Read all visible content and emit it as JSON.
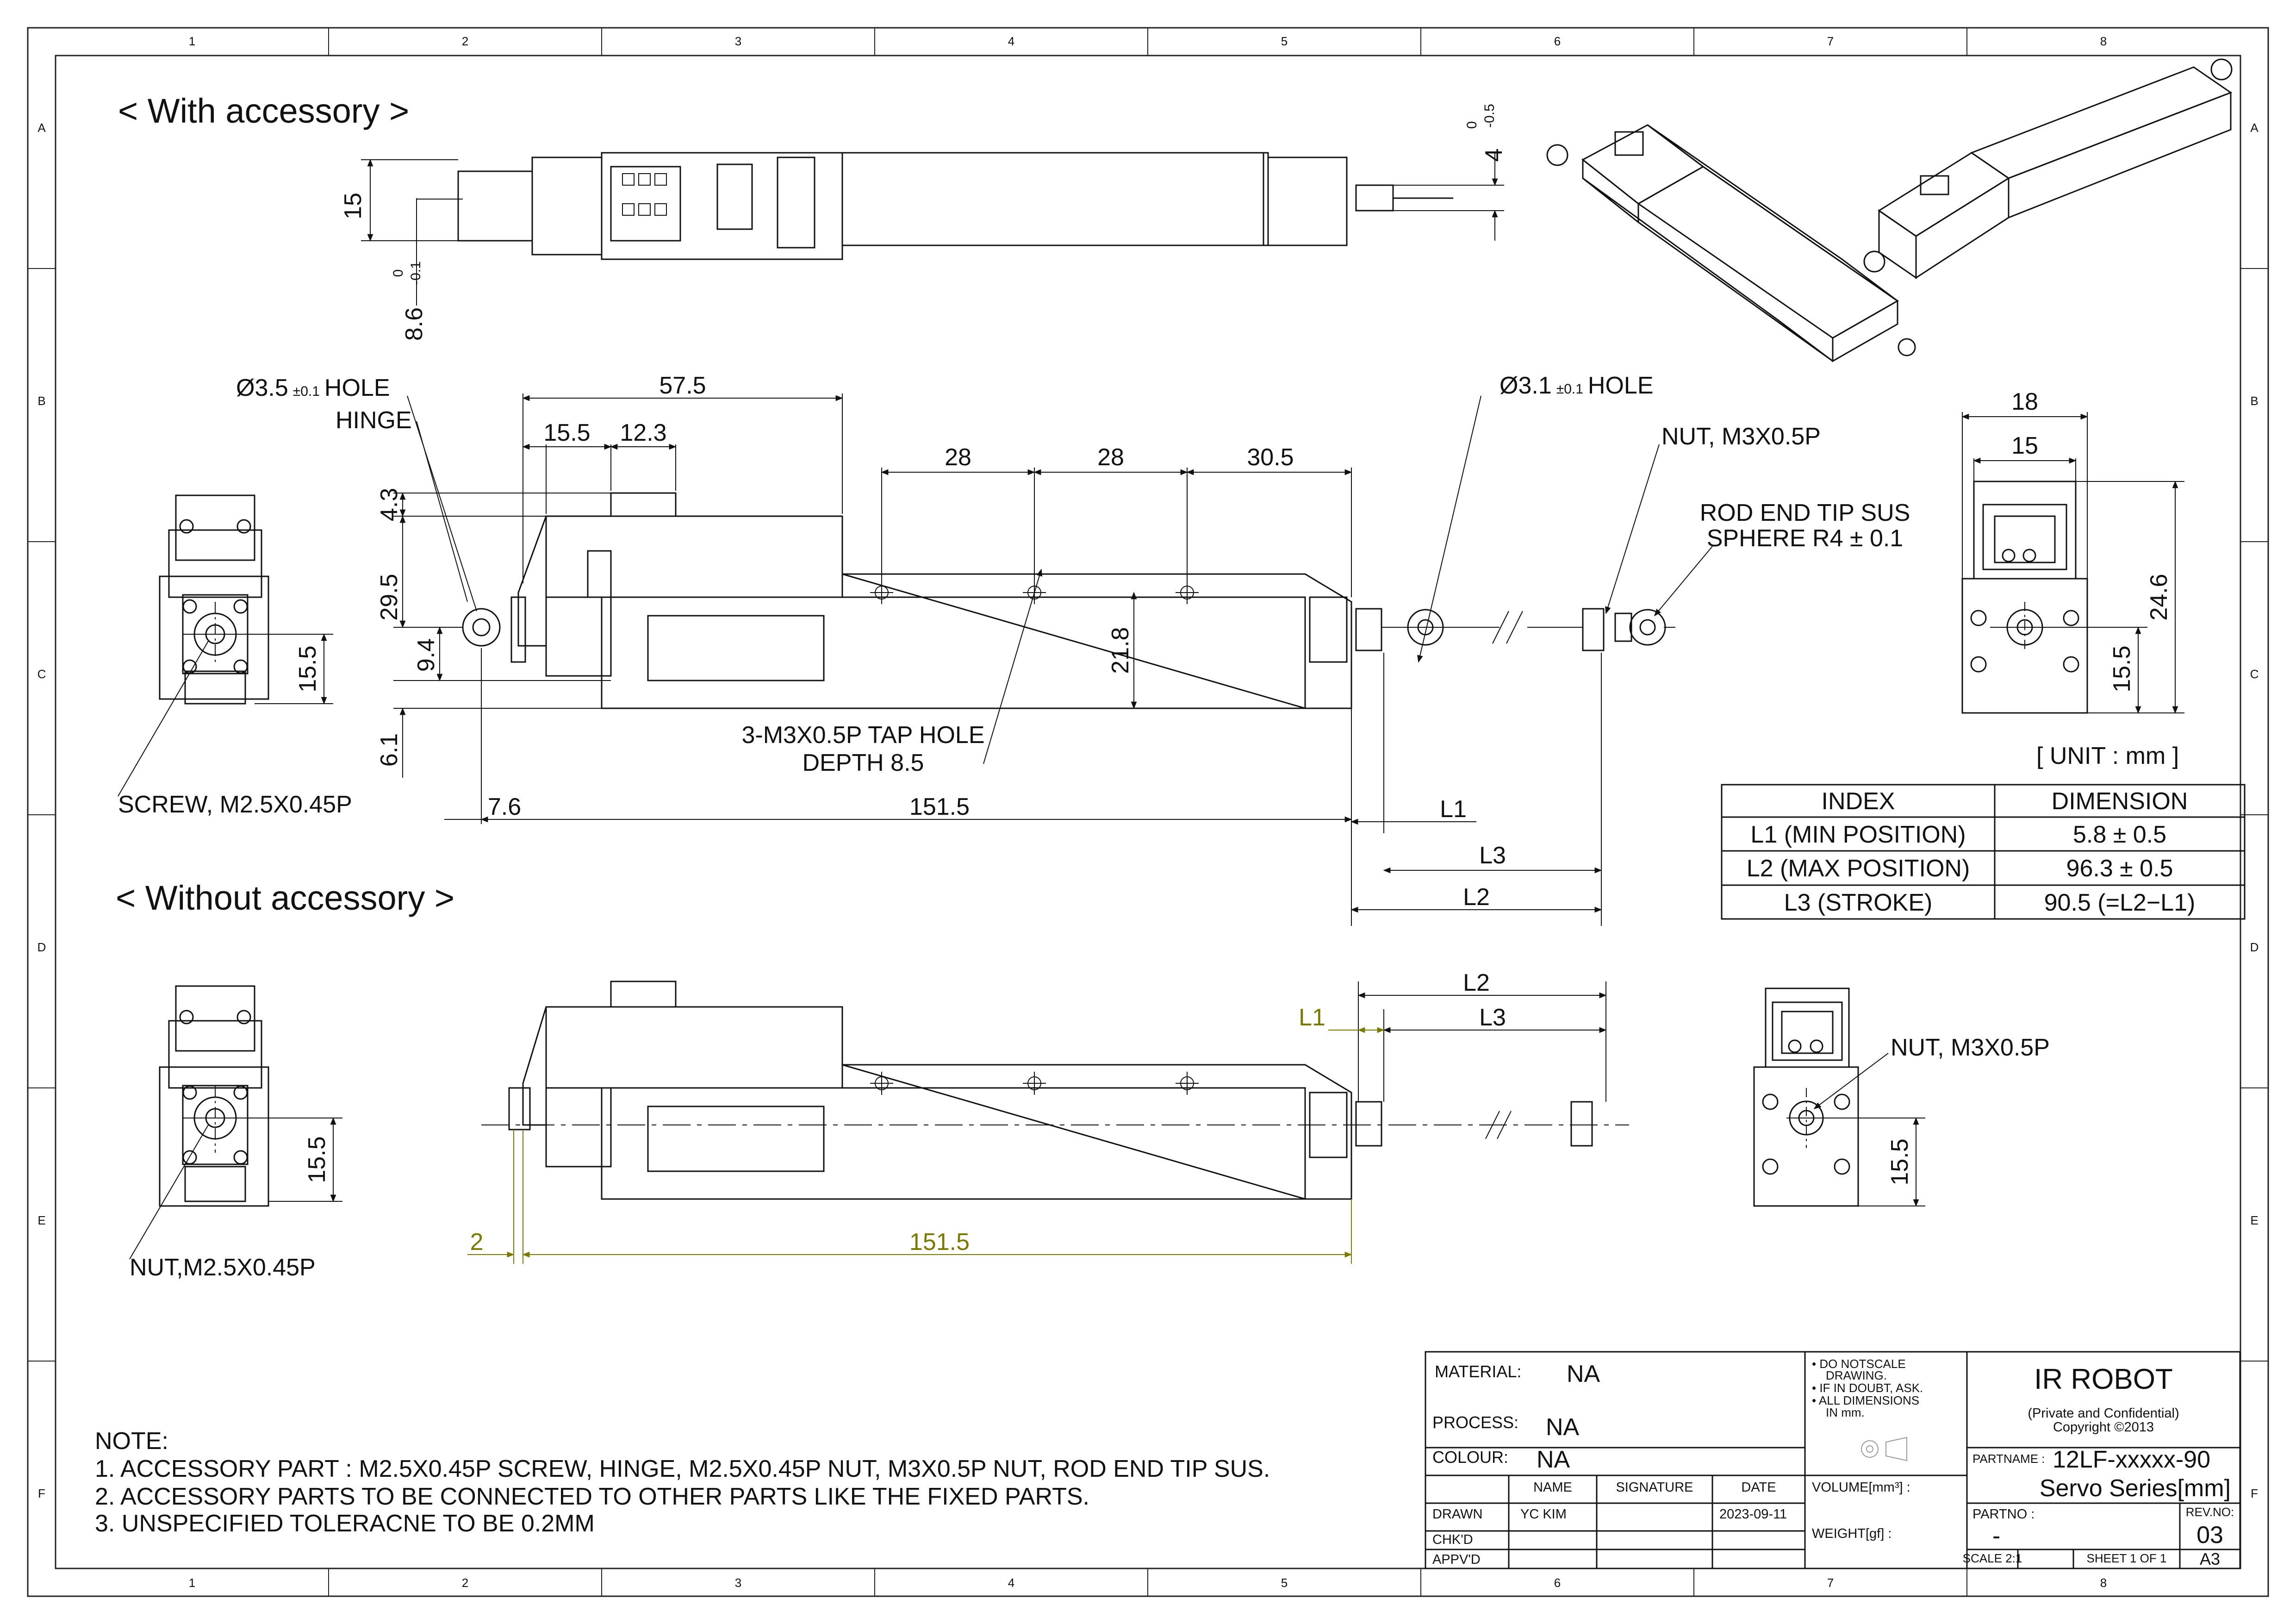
{
  "zones": {
    "columns": [
      "1",
      "2",
      "3",
      "4",
      "5",
      "6",
      "7",
      "8"
    ],
    "rows": [
      "A",
      "B",
      "C",
      "D",
      "E",
      "F"
    ]
  },
  "sections": {
    "with_accessory": "< With accessory >",
    "without_accessory": "< Without accessory >"
  },
  "top_view": {
    "width_dim": "15",
    "left_dim_main": "8.6",
    "left_dim_tol_upper": "0",
    "left_dim_tol_lower": "-0.1",
    "right_dim_main": "4",
    "right_dim_tol_upper": "0",
    "right_dim_tol_lower": "-0.5"
  },
  "side_view": {
    "hole_label_left": "Ø3.5",
    "hole_label_left_tol": "±0.1",
    "hole_label_left_suffix": "HOLE",
    "hinge_label": "HINGE",
    "dim_57_5": "57.5",
    "dim_15_5": "15.5",
    "dim_12_3": "12.3",
    "dim_28_a": "28",
    "dim_28_b": "28",
    "dim_30_5": "30.5",
    "dim_4_3": "4.3",
    "dim_29_5": "29.5",
    "dim_9_4": "9.4",
    "dim_6_1": "6.1",
    "dim_21_8": "21.8",
    "dim_7_6": "7.6",
    "dim_151_5": "151.5",
    "tap_hole_line1": "3-M3X0.5P TAP HOLE",
    "tap_hole_line2": "DEPTH 8.5",
    "hole_label_right": "Ø3.1",
    "hole_label_right_tol": "±0.1",
    "hole_label_right_suffix": "HOLE",
    "nut_label": "NUT, M3X0.5P",
    "rod_end_line1": "ROD END TIP SUS",
    "rod_end_line2": "SPHERE R4 ± 0.1",
    "L1": "L1",
    "L2": "L2",
    "L3": "L3"
  },
  "front_view_top": {
    "dim_15_5": "15.5",
    "screw_label": "SCREW, M2.5X0.45P"
  },
  "end_view_top": {
    "dim_18": "18",
    "dim_15": "15",
    "dim_15_5": "15.5",
    "dim_24_6": "24.6"
  },
  "unit_label": "[ UNIT : mm ]",
  "index_table": {
    "headers": [
      "INDEX",
      "DIMENSION"
    ],
    "rows": [
      {
        "index": "L1 (MIN POSITION)",
        "dimension": "5.8 ± 0.5"
      },
      {
        "index": "L2 (MAX POSITION)",
        "dimension": "96.3 ± 0.5"
      },
      {
        "index": "L3 (STROKE)",
        "dimension": "90.5 (=L2−L1)"
      }
    ]
  },
  "without_view": {
    "L1": "L1",
    "L2": "L2",
    "L3": "L3",
    "dim_2": "2",
    "dim_151_5": "151.5",
    "front_dim_15_5": "15.5",
    "front_nut_label": "NUT,M2.5X0.45P",
    "end_nut_label": "NUT, M3X0.5P",
    "end_dim_15_5": "15.5"
  },
  "notes": {
    "title": "NOTE:",
    "items": [
      "1. ACCESSORY PART : M2.5X0.45P SCREW, HINGE, M2.5X0.45P NUT, M3X0.5P NUT, ROD END TIP SUS.",
      "2. ACCESSORY PARTS TO BE CONNECTED TO OTHER PARTS LIKE THE FIXED PARTS.",
      "3. UNSPECIFIED TOLERACNE TO BE 0.2MM"
    ]
  },
  "title_block": {
    "material_label": "MATERIAL:",
    "material_value": "NA",
    "process_label": "PROCESS:",
    "process_value": "NA",
    "colour_label": "COLOUR:",
    "colour_value": "NA",
    "col_name": "NAME",
    "col_signature": "SIGNATURE",
    "col_date": "DATE",
    "drawn_label": "DRAWN",
    "drawn_name": "YC KIM",
    "drawn_date": "2023-09-11",
    "chkd_label": "CHK'D",
    "apprd_label": "APPV'D",
    "notice_1": "• DO NOTSCALE",
    "notice_1b": "DRAWING.",
    "notice_2": "• IF IN DOUBT, ASK.",
    "notice_3": "• ALL DIMENSIONS",
    "notice_3b": "IN mm.",
    "volume_label": "VOLUME[mm³] :",
    "weight_label": "WEIGHT[gf] :",
    "company": "IR ROBOT",
    "confidential": "(Private and Confidential)",
    "copyright": "Copyright ©2013",
    "partname_label": "PARTNAME :",
    "partname_value": "12LF-xxxxx-90",
    "series": "Servo Series[mm]",
    "partno_label": "PARTNO :",
    "partno_value": "-",
    "revno_label": "REV.NO:",
    "revno_value": "03",
    "scale": "SCALE 2:1",
    "sheet": "SHEET 1 OF 1",
    "size": "A3"
  }
}
